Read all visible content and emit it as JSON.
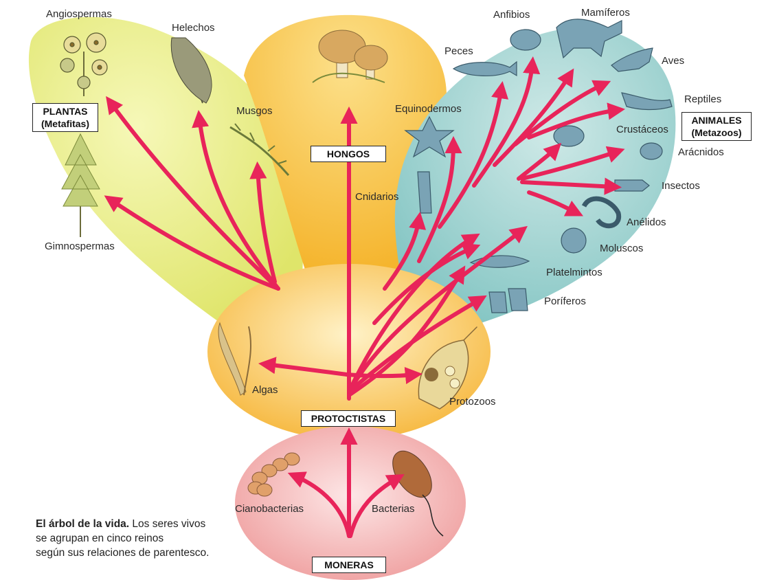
{
  "kingdoms": {
    "plantas": {
      "name": "PLANTAS",
      "sub": "(Metafitas)"
    },
    "hongos": {
      "name": "HONGOS"
    },
    "animales": {
      "name": "ANIMALES",
      "sub": "(Metazoos)"
    },
    "protoctistas": {
      "name": "PROTOCTISTAS"
    },
    "moneras": {
      "name": "MONERAS"
    }
  },
  "groups": {
    "angiospermas": "Angiospermas",
    "helechos": "Helechos",
    "musgos": "Musgos",
    "gimnospermas": "Gimnospermas",
    "cnidarios": "Cnidarios",
    "equinodermos": "Equinodermos",
    "peces": "Peces",
    "anfibios": "Anfibios",
    "mamiferos": "Mamíferos",
    "aves": "Aves",
    "reptiles": "Reptiles",
    "crustaceos": "Crustáceos",
    "aracnidos": "Arácnidos",
    "insectos": "Insectos",
    "anelidos": "Anélidos",
    "moluscos": "Moluscos",
    "platelmintos": "Platelmintos",
    "poriferos": "Poríferos",
    "algas": "Algas",
    "protozoos": "Protozoos",
    "cianobacterias": "Cianobacterias",
    "bacterias": "Bacterias"
  },
  "caption": {
    "title": "El árbol de la vida.",
    "line1": " Los seres vivos",
    "line2": "se agrupan en cinco reinos",
    "line3": "según sus relaciones de parentesco."
  },
  "colors": {
    "arrow": "#e8245a",
    "plantas_bg": "#e6ec7c",
    "hongos_bg": "#f8bf3c",
    "animales_bg": "#8fcbc9",
    "protoctistas_bg": "#f8c04a",
    "moneras_bg": "#f2a6a6"
  }
}
